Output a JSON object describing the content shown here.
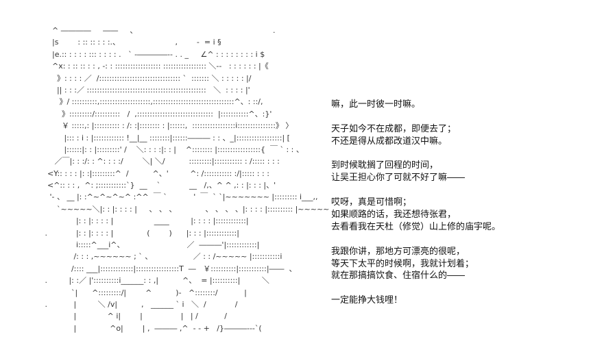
{
  "ascii_art": [
    "    ^ ――――     ――     ､                                                          .",
    "    |s        : :: :: : : :.、                       ,        -  = i §",
    "    |e.:: : : : : ::: : : : : .   ` ‐――――‐- . . _     ∠^ : : : : : : : : i $",
    "    ^x: : :: :: : : , -: : :::::::::::::::::: ::::::::::::::::: ＼‐‐   : : : : : : |《",
    "      》: : : : ／  /:::::::::::::::::::::::::::::::: `  ::::::: ＼ : : : : : |/",
    "      || : : :／ :::::::::::::::::::::::::::::::::::::::::::::::   ＼  : : : : |'",
    "       》/ ::::::::::,::::::::::::::::::::,::::::::::::::::::::::::::::::::^、: ::/,",
    "        》:::::::::/::::::::::   /  ,::::::::::::::::::::::::::::::  |:::::::::::^、:}'",
    "        ￥ :::::,: |:::::::::: : /: :|:::::::: : |::::::,  :::::::::::::::::i:::::::::::::::》 〉",
    "         |::: : i : |:::::::::::: !__|__ ::::::::|::::::――― : : 、_|::::::::::::::::::| [",
    "         |::::::|: : |:::::::::' /    ＼: : : :|: : |    ^:::::::: |:::::::::::::::::{  ￣ ` : : 、",
    "     ／￣|: : :/: : ^: : : :/        ＼| ＼/          :::::::::|::::::::::: : /::::: : : :",
    "  <Y:: : : : |: :|:::::::::^  /          ^、'         ^: /::::::::::: :/|::::: : : :",
    "  <^:: : : ,  ^: ;:::::::::::`}  __    `            __   /,、^ ^ ,: : |: : : |、'",
    "   '‐ 、 __ |: :^~^~^~^ :^^  ￣ `           '  ￣  ` `|~~~~~~~ |::::::::: i___,,",
    "      `~~~~~＼|: : |: : : : |     、 、 、            、 、 、 、|: : : : |:::::::::: |~~~~~",
    "              |: : |: : : : |                 ____         |: : : : |::::::::::::|",
    " .            |: : |: : : : |              (        )      |: : : |::::::::::::|",
    "              i:::::^___i^、                          ／  ―――'|::::::::::::|",
    "             /: : : ,~~~~~~ ; ` 、                 ／ : : /~~~~~ |:::::::::::i",
    "            /:::: ___|:::::::::::::|:::::::::::::::::T  ―   ￥::::::::::|:::::::::::|――  、",
    " .         |: :／ |'::::::::::i______: : ,|          ^、  = |::::::::::|         ＼",
    "            `|      ^:::::::::/|        ^          )-   ^::::::::/           |",
    " .           |         ＼ /v|          ,   ______ ` i   ＼  /            /",
    "             |             ^ i|        |                |   | /           /",
    "             |              ^o|        | ,  ――― ,^  ‐ ‐ +   /}―――‐‐‐`("
  ],
  "dialogue": [
    "嘛，此一时彼一时嘛。",
    "",
    "天子如今不在成都，即便去了；",
    "不还是得从成都改道汉中嘛。",
    "",
    "到时候耽搁了回程的时间，",
    "让吴王担心你了可就不好了嘛――",
    "",
    "哎呀，真是可惜啊；",
    "如果顺路的话，我还想待张君，",
    "去看看我在天杜（修觉）山上修的庙宇呢。",
    "",
    "我跟你讲，那地方可漂亮的很呢，",
    "等天下太平的时候啊，我就计划着；",
    "就在那搞搞饮食、住宿什么的――",
    "",
    "一定能挣大钱哩！"
  ]
}
